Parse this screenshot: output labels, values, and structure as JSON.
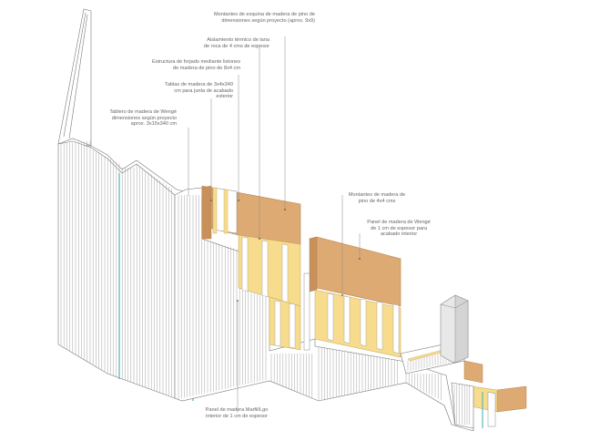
{
  "annotations": {
    "corner_posts": {
      "lines": [
        "Montantes de esquina de madera de pino de",
        "dimensiones según proyecto (aprox. 9x9)"
      ]
    },
    "rockwool": {
      "lines": [
        "Aislamiento térmico de lana",
        "de roca de 4 cms de espesor"
      ]
    },
    "pine_frame": {
      "lines": [
        "Estructura de forjado mediante listones",
        "de madera de pino de 8x4 cm"
      ]
    },
    "wood_strips": {
      "lines": [
        "Tablas de madera de 3x4x340",
        "cm para junta de acabado",
        "exterior"
      ]
    },
    "wenge_board": {
      "lines": [
        "Tablero de madera de Wengé",
        "dimensiones según proyecto",
        "aprox. 3x15x340 cm"
      ]
    },
    "pine_battens": {
      "lines": [
        "Montantes de madera de",
        "pino de 4x4 cms"
      ]
    },
    "wenge_panel": {
      "lines": [
        "Panel de madera de Wengé",
        "de 1 cm de espesor para",
        "acabado interior"
      ]
    },
    "maple_panel": {
      "lines": [
        "Panel de madera Marfil/Lgo",
        "interior de 1 cm de espesor"
      ]
    }
  },
  "colors": {
    "wood_light": "#f7dc8e",
    "wood_orange": "#ddaa73",
    "wood_edge": "#c9905a",
    "cladding": "#ffffff",
    "cladding_line": "#8d8d8d",
    "teal_accent": "#4fb3b8",
    "leader": "#888888",
    "block": "#e8e8e8"
  }
}
